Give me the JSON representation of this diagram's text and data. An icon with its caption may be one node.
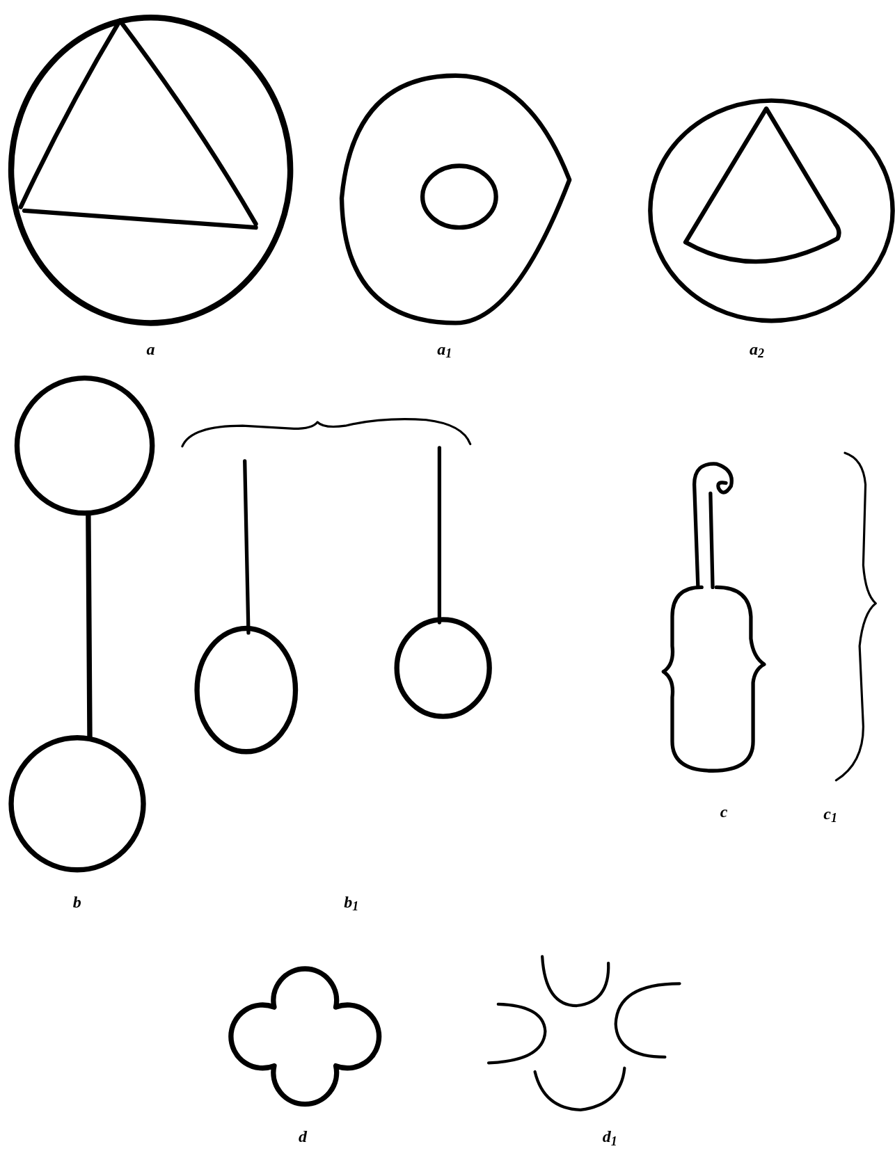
{
  "diagram": {
    "labels": [
      "a",
      "a$_{1}$",
      "a$_{2}$",
      "b",
      "b$_{1}$",
      "c",
      "c$_{1}$",
      "d",
      "d$_{1}$"
    ]
  }
}
